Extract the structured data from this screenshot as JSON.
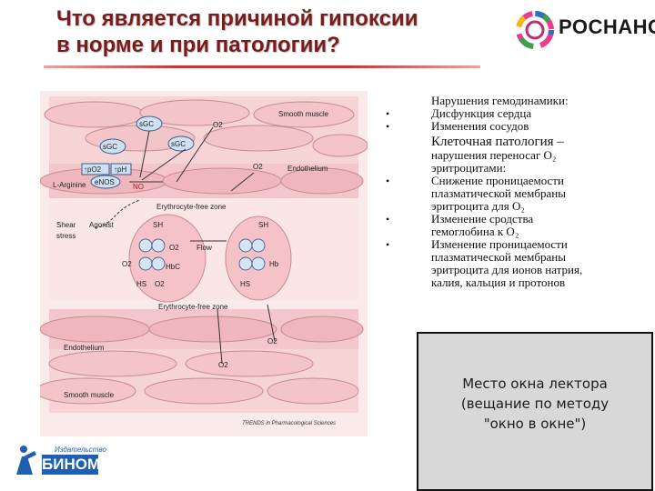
{
  "slide": {
    "title_line1": "Что является причиной гипоксии",
    "title_line2": "в норме и при патологии?",
    "logo_text": "РОСНАНО"
  },
  "diagram": {
    "smooth_muscle_top": "Smooth muscle",
    "o2_top": "O2",
    "sgc1": "sGC",
    "sgc2": "sGC",
    "sgc3": "sGC",
    "po2": "↑pO2",
    "ph": "↑pH",
    "enos": "eNOS",
    "l_arginine": "L-Arginine",
    "no": "NO",
    "o2_mid": "O2",
    "endothelium_top": "Endothelium",
    "erythro_zone_top": "Erythrocyte-free zone",
    "shear": "Shear",
    "stress": "stress",
    "agonist": "Agonist",
    "sh1": "SH",
    "sh2": "SH",
    "o2_cell": "O2",
    "flow": "Flow",
    "hbc": "HbC",
    "hb": "Hb",
    "o2_left": "O2",
    "hs1": "HS",
    "o2_b": "O2",
    "hs2": "HS",
    "erythro_zone_bottom": "Erythrocyte-free zone",
    "endothelium_bottom": "Endothelium",
    "o2_low": "O2",
    "o2_bottom": "O2",
    "smooth_muscle_bottom": "Smooth muscle",
    "source": "TRENDS in Pharmacological Sciences"
  },
  "bullets": {
    "item1": "Нарушения гемодинамики:",
    "item2": "Дисфункция сердца",
    "item3": "Изменения сосудов",
    "head": "Клеточная патология –",
    "sub1": "нарушения переносаг O₂",
    "sub2": "эритроцитами:",
    "item4_l1": "Снижение проницаемости",
    "item4_l2": "плазматической мембраны",
    "item4_l3": "эритроцита для  O₂",
    "item5_l1": "Изменение сродства",
    "item5_l2": "гемоглобина к O₂",
    "item6_l1": "Изменение проницаемости",
    "item6_l2": "плазматической мембраны",
    "item6_l3": "эритроцита для ионов натрия,",
    "item6_l4": "калия, кальция и протонов"
  },
  "lector": {
    "line1": "Место окна лектора",
    "line2": "(вещание по методу",
    "line3": "\"окно в окне\")"
  },
  "publisher": {
    "pub": "Издательство",
    "name": "БИНОМ"
  }
}
